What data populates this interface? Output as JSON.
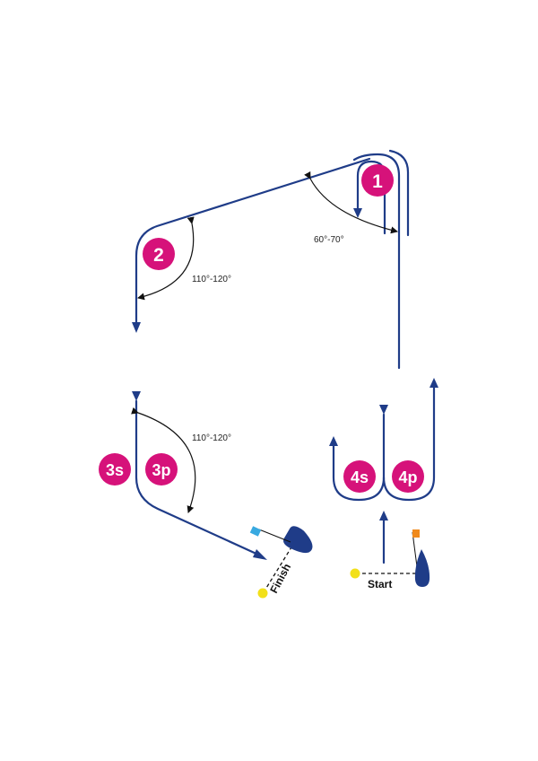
{
  "colors": {
    "course": "#1f3c88",
    "mark": "#d6127a",
    "annotation": "#111111",
    "pin": "#f2e01a",
    "start_flag": "#f08a1c",
    "finish_flag": "#38a9e0"
  },
  "marks": {
    "m1": "1",
    "m2": "2",
    "m3s": "3s",
    "m3p": "3p",
    "m4s": "4s",
    "m4p": "4p"
  },
  "angles": {
    "a1": "60°-70°",
    "a2": "110°-120°",
    "a3": "110°-120°"
  },
  "lines": {
    "start": "Start",
    "finish": "Finish"
  },
  "icons": {
    "boat": "sailboat-icon",
    "flag": "flag-icon",
    "pin": "pin-buoy-icon"
  }
}
